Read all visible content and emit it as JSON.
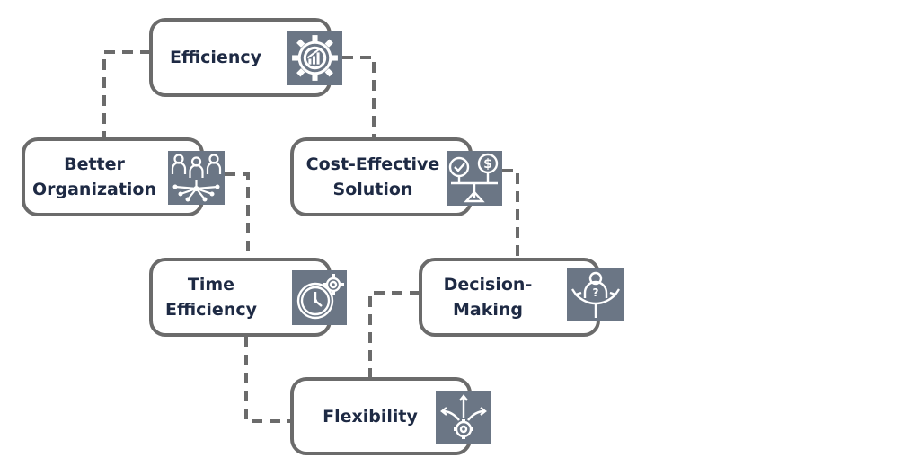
{
  "diagram": {
    "nodes": {
      "efficiency": {
        "label": "Efficiency",
        "icon": "gear-chart-icon"
      },
      "better_organization": {
        "label": "Better\nOrganization",
        "icon": "team-network-icon"
      },
      "cost_effective": {
        "label": "Cost-Effective\nSolution",
        "icon": "balance-scale-icon"
      },
      "time_efficiency": {
        "label": "Time\nEfficiency",
        "icon": "clock-gear-icon"
      },
      "decision_making": {
        "label": "Decision-\nMaking",
        "icon": "decision-arrows-icon"
      },
      "flexibility": {
        "label": "Flexibility",
        "icon": "gear-arrows-icon"
      }
    },
    "colors": {
      "border": "#6b6b6b",
      "text": "#1e2a44",
      "icon_bg": "#6b7685",
      "icon_fg": "#ffffff",
      "connector": "#6b6b6b"
    }
  }
}
